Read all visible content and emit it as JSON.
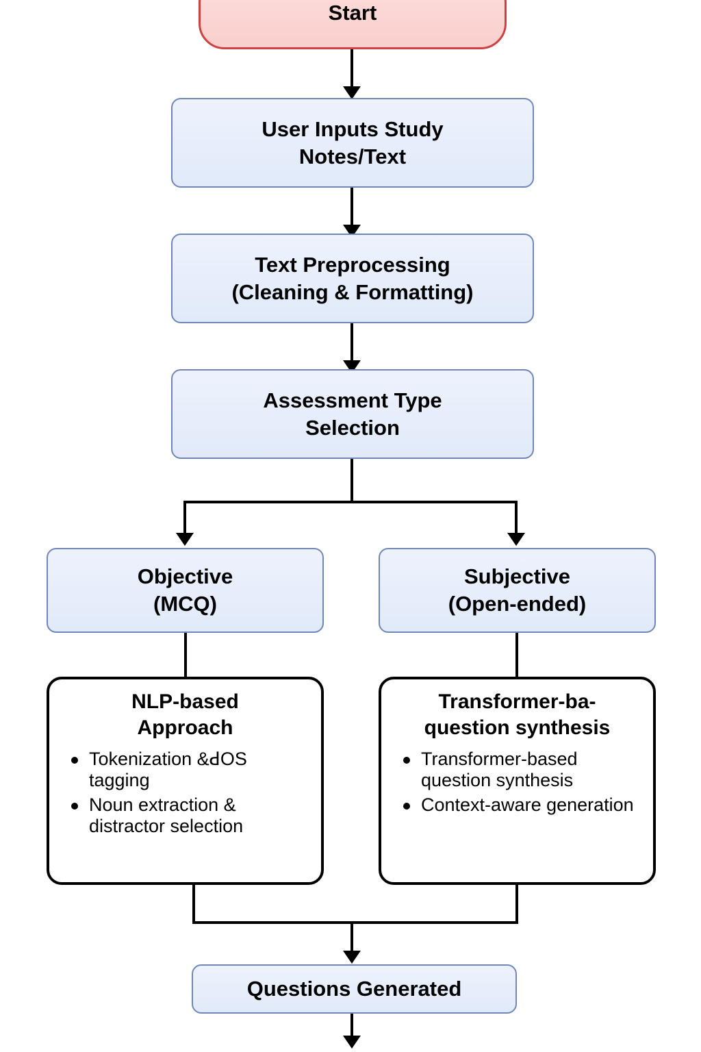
{
  "diagram": {
    "title": "Automated Question Generation Flowchart",
    "type": "flowchart",
    "colors": {
      "start_fill": "#f9cfcd",
      "start_border": "#cf4040",
      "process_fill": "#e3ecfa",
      "process_border": "#7086b9",
      "detail_fill": "#ffffff",
      "detail_border": "#000000",
      "connector": "#000000"
    },
    "nodes": {
      "start": {
        "label": "Start"
      },
      "user_input": {
        "line1": "User Inputs Study",
        "line2": "Notes/Text"
      },
      "preprocessing": {
        "line1": "Text Preprocessing",
        "line2": "(Cleaning & Formatting)"
      },
      "assessment": {
        "line1": "Assessment Type",
        "line2": "Selection"
      },
      "objective": {
        "line1": "Objective",
        "line2": "(MCQ)"
      },
      "subjective": {
        "line1": "Subjective",
        "line2": "(Open-ended)"
      },
      "nlp_detail": {
        "title_line1": "NLP-based",
        "title_line2": "Approach",
        "bullets": [
          "Tokenization &ꓒOS tagging",
          "Noun extraction & distractor selection"
        ]
      },
      "transformer_detail": {
        "title_line1": "Transformer-ba-",
        "title_line2": "question synthesis",
        "bullets": [
          "Transformer-based question synthesis",
          "Context-aware generation"
        ]
      },
      "questions_generated": {
        "label": "Questions Generated"
      }
    },
    "edges": [
      {
        "from": "start",
        "to": "user_input"
      },
      {
        "from": "user_input",
        "to": "preprocessing"
      },
      {
        "from": "preprocessing",
        "to": "assessment"
      },
      {
        "from": "assessment",
        "to": "objective"
      },
      {
        "from": "assessment",
        "to": "subjective"
      },
      {
        "from": "objective",
        "to": "nlp_detail"
      },
      {
        "from": "subjective",
        "to": "transformer_detail"
      },
      {
        "from": "nlp_detail",
        "to": "questions_generated"
      },
      {
        "from": "transformer_detail",
        "to": "questions_generated"
      },
      {
        "from": "questions_generated",
        "to": "(continues below)"
      }
    ]
  }
}
